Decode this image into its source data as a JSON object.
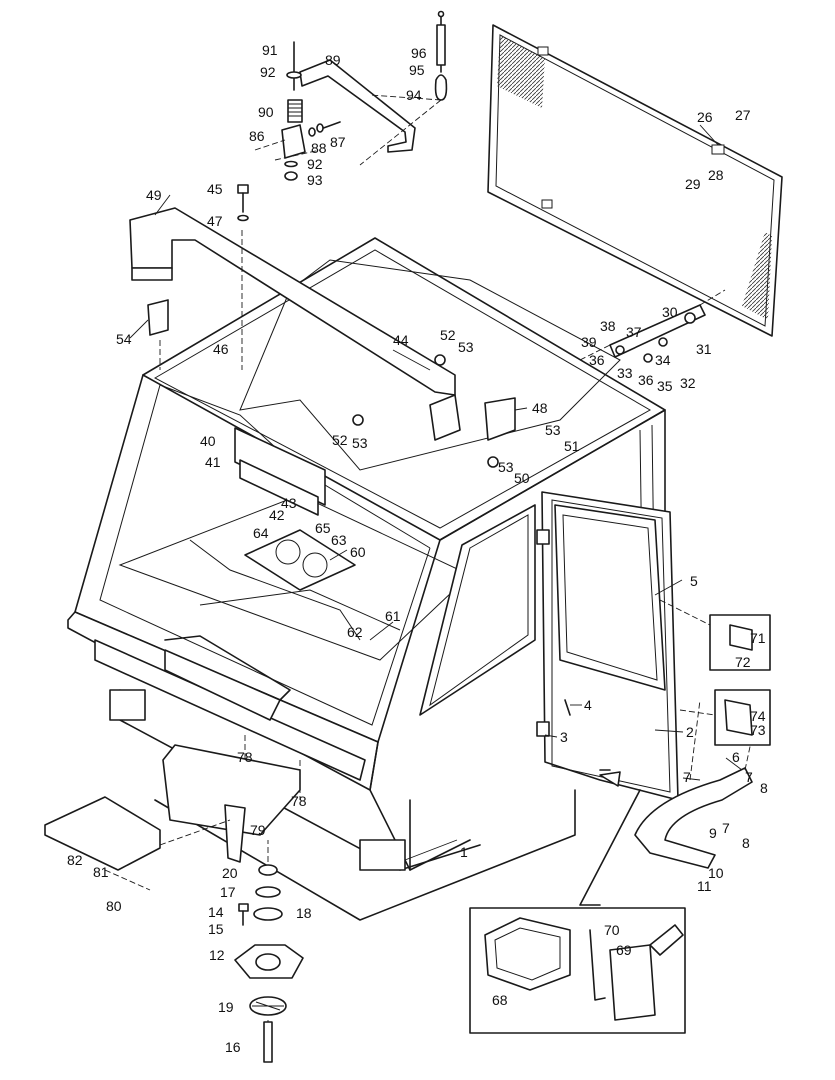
{
  "diagram": {
    "callouts": [
      "1",
      "2",
      "3",
      "4",
      "5",
      "6",
      "7",
      "7",
      "7",
      "8",
      "8",
      "9",
      "10",
      "11",
      "12",
      "14",
      "15",
      "16",
      "17",
      "18",
      "19",
      "20",
      "26",
      "27",
      "28",
      "29",
      "30",
      "31",
      "32",
      "33",
      "34",
      "35",
      "36",
      "36",
      "37",
      "38",
      "39",
      "40",
      "41",
      "42",
      "43",
      "44",
      "45",
      "46",
      "47",
      "48",
      "49",
      "50",
      "51",
      "52",
      "52",
      "53",
      "53",
      "53",
      "53",
      "54",
      "60",
      "61",
      "62",
      "63",
      "64",
      "65",
      "68",
      "69",
      "70",
      "71",
      "72",
      "73",
      "74",
      "78",
      "78",
      "79",
      "80",
      "81",
      "82",
      "86",
      "87",
      "88",
      "89",
      "90",
      "91",
      "92",
      "92",
      "93",
      "94",
      "95",
      "96"
    ]
  }
}
